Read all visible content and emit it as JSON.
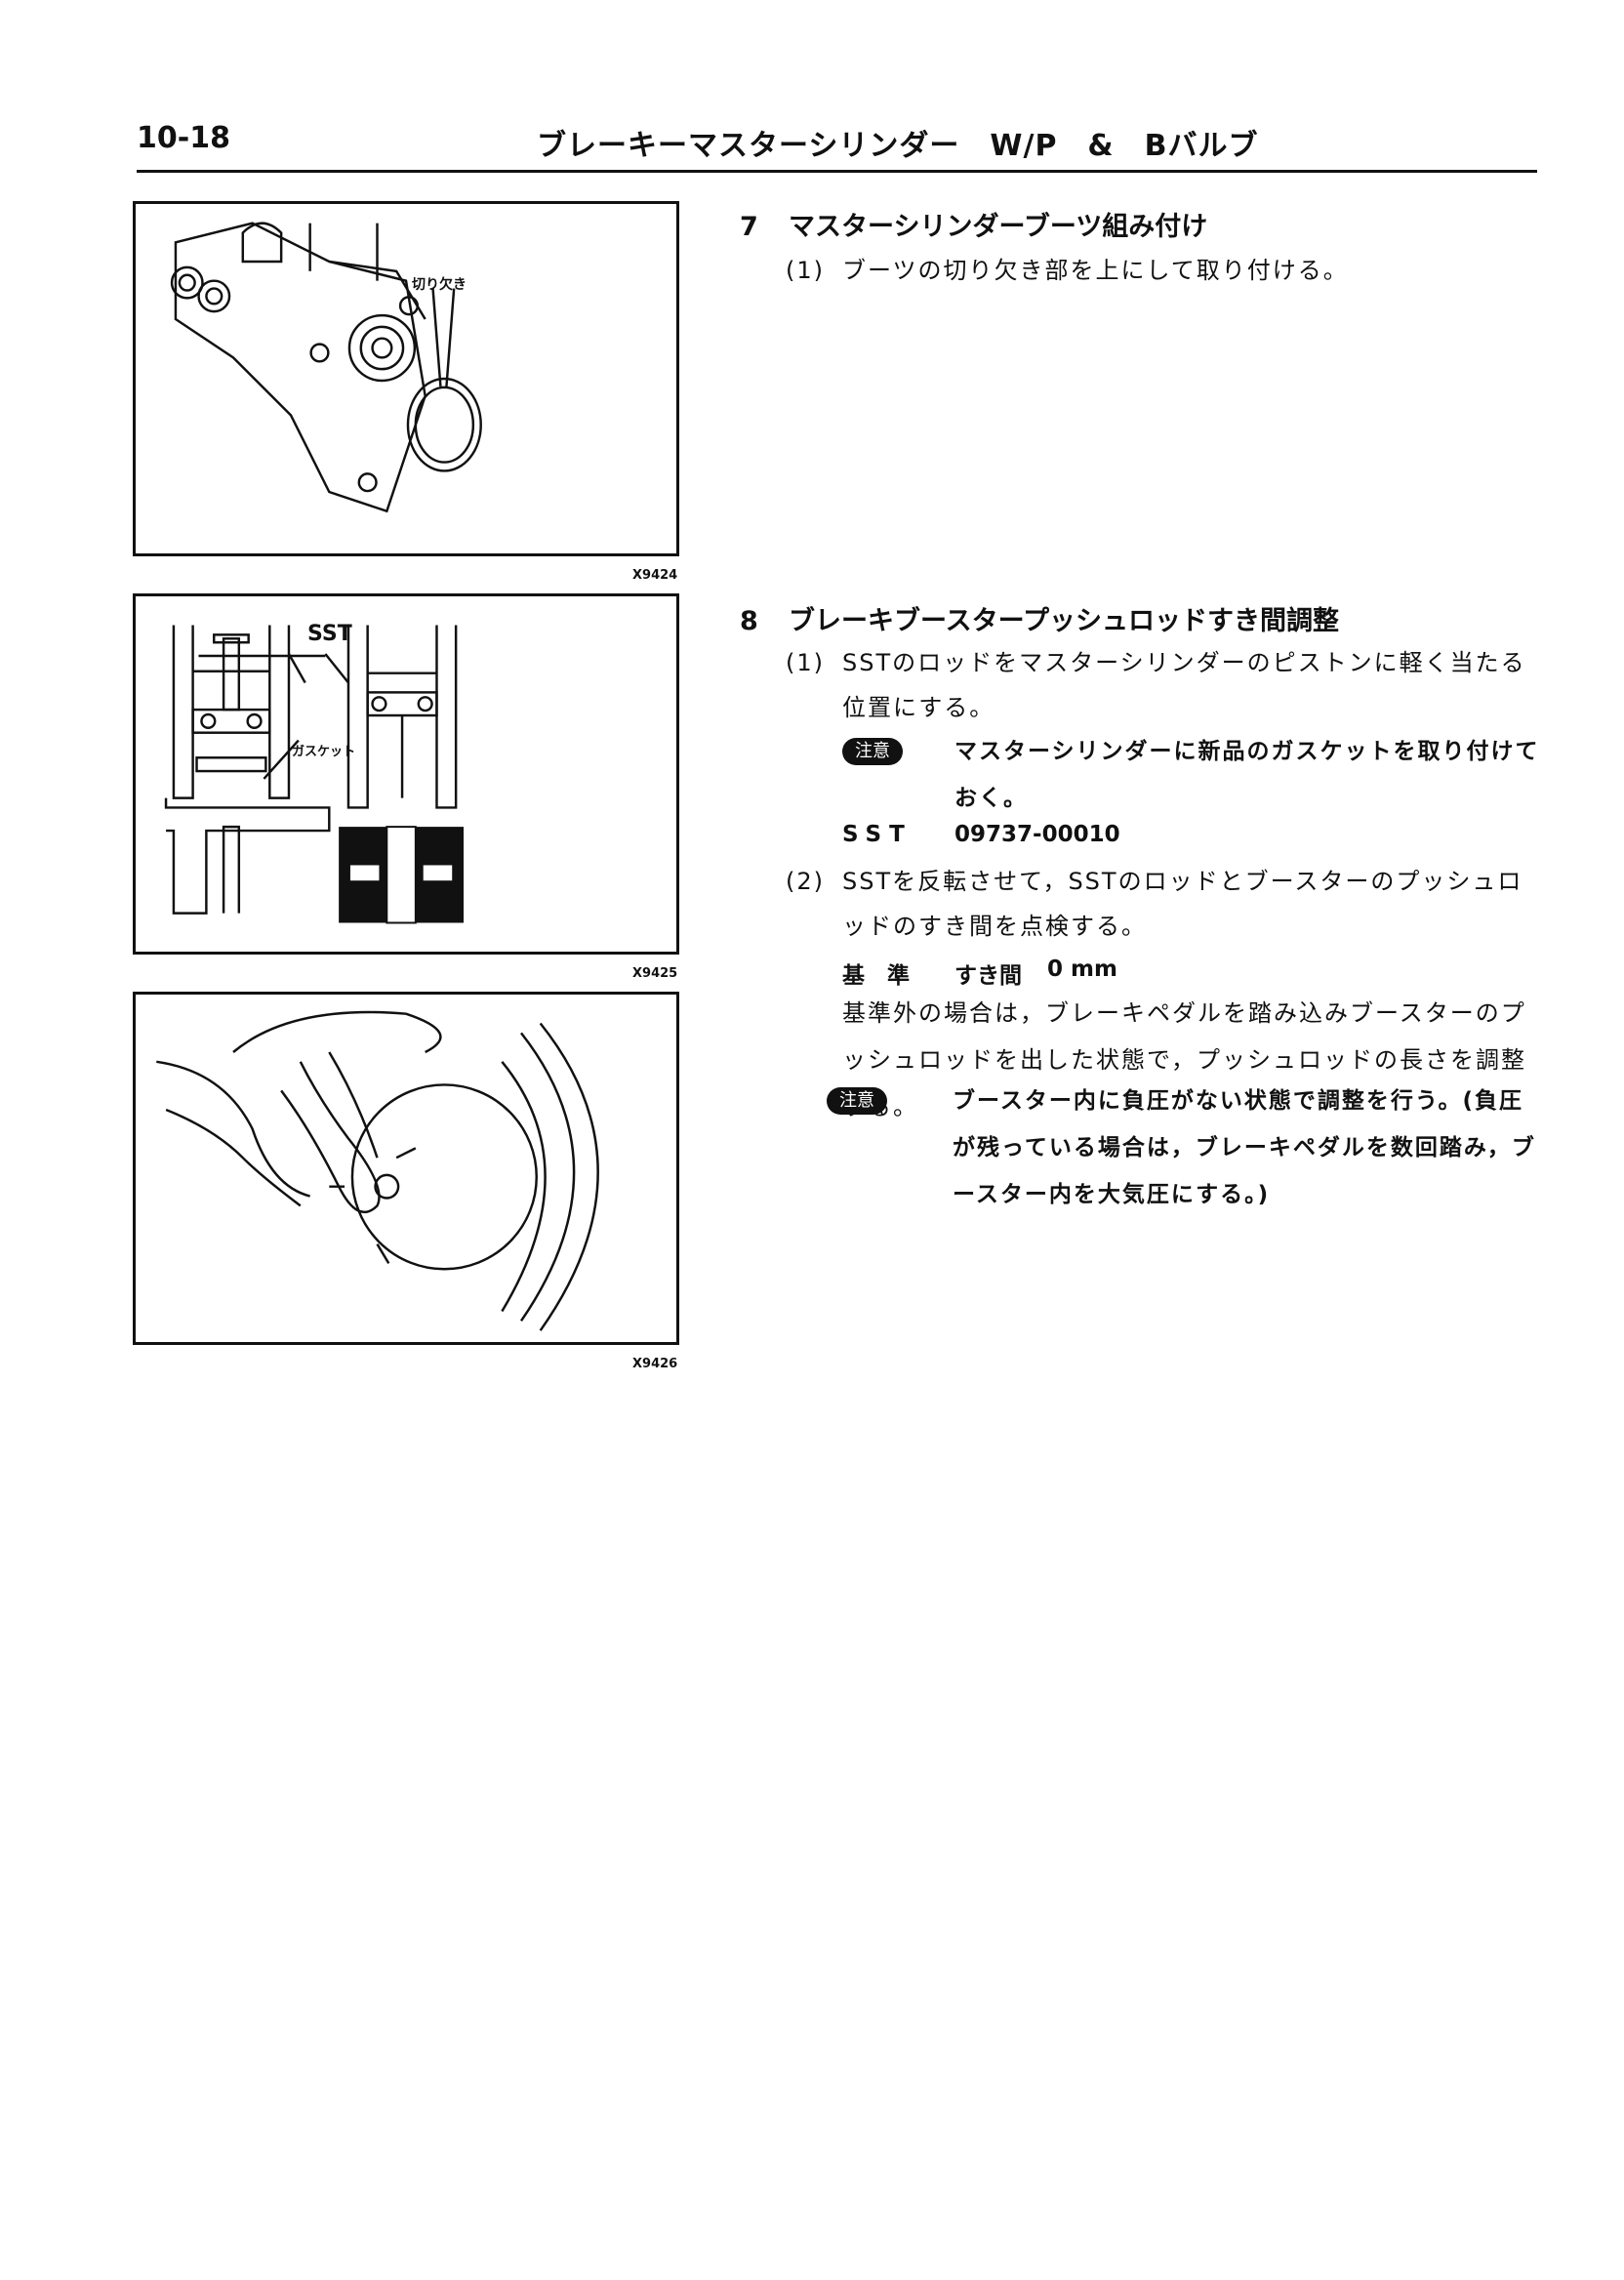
{
  "header": {
    "page_number": "10-18",
    "title": "ブレーキーマスターシリンダー　W/P　&　Bバルブ"
  },
  "figures": [
    {
      "code": "X9424",
      "label": "切り欠き"
    },
    {
      "code": "X9425",
      "label_sst": "SST",
      "label_gasket": "ガスケット"
    },
    {
      "code": "X9426"
    }
  ],
  "steps": [
    {
      "number": "7",
      "title": "マスターシリンダーブーツ組み付け",
      "items": [
        {
          "index": "(1)",
          "text": "ブーツの切り欠き部を上にして取り付ける。"
        }
      ]
    },
    {
      "number": "8",
      "title": "ブレーキブースタープッシュロッドすき間調整",
      "items": [
        {
          "index": "(1)",
          "text": "SSTのロッドをマスターシリンダーのピストンに軽く当たる位置にする。",
          "note_badge": "注意",
          "note": "マスターシリンダーに新品のガスケットを取り付けておく。",
          "sst_label": "SST",
          "sst_value": "09737-00010"
        },
        {
          "index": "(2)",
          "text": "SSTを反転させて，SSTのロッドとブースターのプッシュロッドのすき間を点検する。",
          "spec_label": "基　準",
          "spec_item": "すき間",
          "spec_value": "0 mm",
          "paragraph": "基準外の場合は，ブレーキペダルを踏み込みブースターのプッシュロッドを出した状態で，プッシュロッドの長さを調整する。",
          "note_badge": "注意",
          "note": "ブースター内に負圧がない状態で調整を行う。(負圧が残っている場合は，ブレーキペダルを数回踏み，ブースター内を大気圧にする。)"
        }
      ]
    }
  ]
}
